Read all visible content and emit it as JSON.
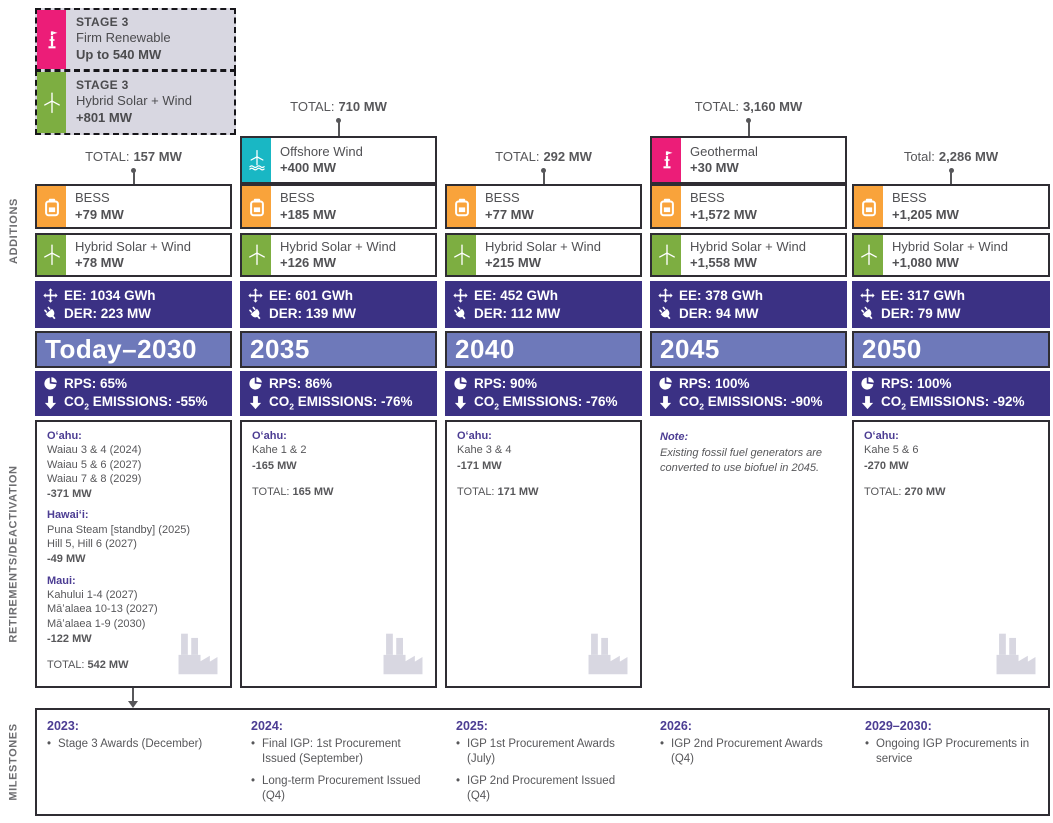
{
  "colors": {
    "indigo": "#3b3184",
    "periwinkle": "#6e79ba",
    "orange": "#f9a33b",
    "green": "#7dae41",
    "teal": "#19b7c4",
    "pink": "#ec1d78",
    "lavender": "#d8d7e1",
    "purple_heading": "#4c3d93",
    "gray_text": "#57575a"
  },
  "side_labels": {
    "additions": "ADDITIONS",
    "retirements": "RETIREMENTS/DEACTIVATION",
    "milestones": "MILESTONES"
  },
  "legend": [
    {
      "stage": "STAGE 3",
      "name": "Firm Renewable",
      "value": "Up to 540 MW"
    },
    {
      "stage": "STAGE 3",
      "name": "Hybrid Solar + Wind",
      "value": "+801 MW"
    }
  ],
  "columns": [
    {
      "year": "Today–2030",
      "total_label": "TOTAL:",
      "total_value": "157 MW",
      "bess_label": "BESS",
      "bess_value": "+79 MW",
      "hybrid_label": "Hybrid Solar + Wind",
      "hybrid_value": "+78 MW",
      "ee_label": "EE:",
      "ee_value": "1034 GWh",
      "der_label": "DER:",
      "der_value": "223 MW",
      "rps_label": "RPS:",
      "rps_value": "65%",
      "co2_prefix": "CO",
      "co2_sub": "2",
      "co2_label": "EMISSIONS:",
      "co2_value": "-55%",
      "retirement": {
        "groups": [
          {
            "heading": "Oʻahu:",
            "lines": [
              "Waiau 3 & 4 (2024)",
              "Waiau 5 & 6 (2027)",
              "Waiau 7 & 8 (2029)"
            ],
            "subtotal": "-371 MW"
          },
          {
            "heading": "Hawaiʻi:",
            "lines": [
              "Puna Steam [standby] (2025)",
              "Hill 5, Hill 6 (2027)"
            ],
            "subtotal": "-49 MW"
          },
          {
            "heading": "Maui:",
            "lines": [
              "Kahului 1-4 (2027)",
              "Māʻalaea 10-13 (2027)",
              "Māʻalaea 1-9 (2030)"
            ],
            "subtotal": "-122 MW"
          }
        ],
        "total_label": "TOTAL:",
        "total_value": "542 MW"
      }
    },
    {
      "year": "2035",
      "total_label": "TOTAL:",
      "total_value": "710 MW",
      "special_label": "Offshore Wind",
      "special_value": "+400 MW",
      "bess_label": "BESS",
      "bess_value": "+185 MW",
      "hybrid_label": "Hybrid Solar + Wind",
      "hybrid_value": "+126 MW",
      "ee_label": "EE:",
      "ee_value": "601 GWh",
      "der_label": "DER:",
      "der_value": "139 MW",
      "rps_label": "RPS:",
      "rps_value": "86%",
      "co2_prefix": "CO",
      "co2_sub": "2",
      "co2_label": "EMISSIONS:",
      "co2_value": "-76%",
      "retirement": {
        "groups": [
          {
            "heading": "Oʻahu:",
            "lines": [
              "Kahe 1 & 2"
            ],
            "subtotal": "-165 MW"
          }
        ],
        "total_label": "TOTAL:",
        "total_value": "165 MW"
      }
    },
    {
      "year": "2040",
      "total_label": "TOTAL:",
      "total_value": "292 MW",
      "bess_label": "BESS",
      "bess_value": "+77 MW",
      "hybrid_label": "Hybrid Solar + Wind",
      "hybrid_value": "+215 MW",
      "ee_label": "EE:",
      "ee_value": "452 GWh",
      "der_label": "DER:",
      "der_value": "112 MW",
      "rps_label": "RPS:",
      "rps_value": "90%",
      "co2_prefix": "CO",
      "co2_sub": "2",
      "co2_label": "EMISSIONS:",
      "co2_value": "-76%",
      "retirement": {
        "groups": [
          {
            "heading": "Oʻahu:",
            "lines": [
              "Kahe 3 & 4"
            ],
            "subtotal": "-171 MW"
          }
        ],
        "total_label": "TOTAL:",
        "total_value": "171 MW"
      }
    },
    {
      "year": "2045",
      "total_label": "TOTAL:",
      "total_value": "3,160 MW",
      "special_label": "Geothermal",
      "special_value": "+30 MW",
      "bess_label": "BESS",
      "bess_value": "+1,572 MW",
      "hybrid_label": "Hybrid Solar + Wind",
      "hybrid_value": "+1,558 MW",
      "ee_label": "EE:",
      "ee_value": "378 GWh",
      "der_label": "DER:",
      "der_value": "94 MW",
      "rps_label": "RPS:",
      "rps_value": "100%",
      "co2_prefix": "CO",
      "co2_sub": "2",
      "co2_label": "EMISSIONS:",
      "co2_value": "-90%",
      "note": {
        "heading": "Note:",
        "body": "Existing fossil fuel generators are converted to use biofuel in 2045."
      }
    },
    {
      "year": "2050",
      "total_label": "Total:",
      "total_value": "2,286 MW",
      "bess_label": "BESS",
      "bess_value": "+1,205 MW",
      "hybrid_label": "Hybrid Solar + Wind",
      "hybrid_value": "+1,080 MW",
      "ee_label": "EE:",
      "ee_value": "317 GWh",
      "der_label": "DER:",
      "der_value": "79 MW",
      "rps_label": "RPS:",
      "rps_value": "100%",
      "co2_prefix": "CO",
      "co2_sub": "2",
      "co2_label": "EMISSIONS:",
      "co2_value": "-92%",
      "retirement": {
        "groups": [
          {
            "heading": "Oʻahu:",
            "lines": [
              "Kahe 5 & 6"
            ],
            "subtotal": "-270 MW"
          }
        ],
        "total_label": "TOTAL:",
        "total_value": "270 MW"
      }
    }
  ],
  "milestones": [
    {
      "year": "2023:",
      "bullets": [
        "Stage 3 Awards (December)"
      ]
    },
    {
      "year": "2024:",
      "bullets": [
        "Final IGP: 1st Procurement Issued (September)",
        "Long-term Procurement Issued (Q4)"
      ]
    },
    {
      "year": "2025:",
      "bullets": [
        "IGP 1st Procurement Awards (July)",
        "IGP 2nd Procurement Issued (Q4)"
      ]
    },
    {
      "year": "2026:",
      "bullets": [
        "IGP 2nd Procurement Awards (Q4)"
      ]
    },
    {
      "year": "2029–2030:",
      "bullets": [
        "Ongoing IGP Procurements in service"
      ]
    }
  ]
}
